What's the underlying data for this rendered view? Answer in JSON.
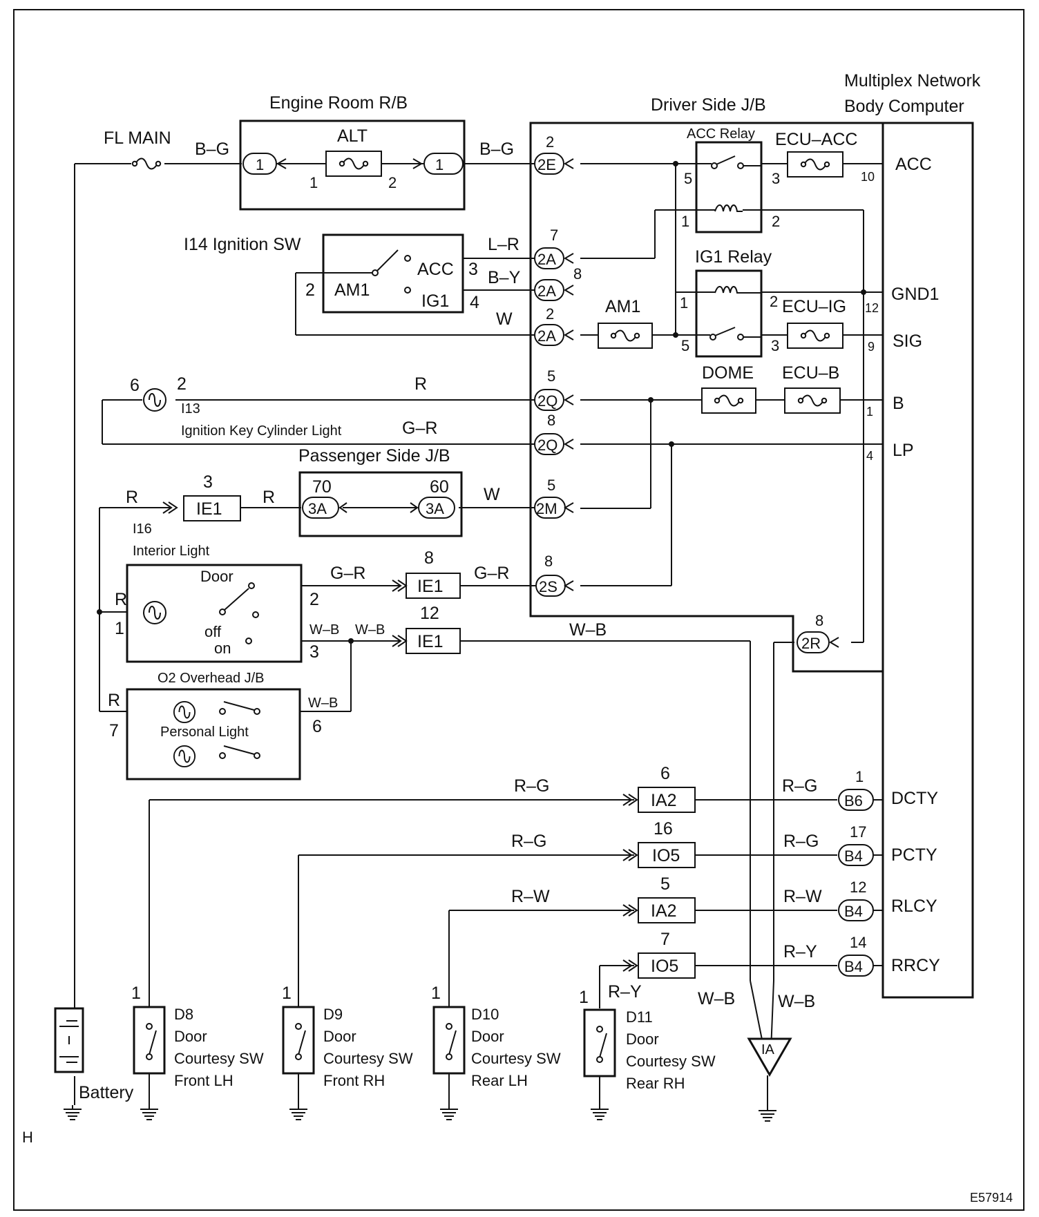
{
  "labels": {
    "engine_room_rb": "Engine Room R/B",
    "driver_side_jb": "Driver Side J/B",
    "body_computer_line1": "Multiplex Network",
    "body_computer_line2": "Body Computer",
    "fl_main": "FL MAIN",
    "alt": "ALT",
    "acc_relay": "ACC Relay",
    "ecu_acc": "ECU–ACC",
    "ig1_relay": "IG1 Relay",
    "am1_fuse": "AM1",
    "ecu_ig": "ECU–IG",
    "dome": "DOME",
    "ecu_b": "ECU–B",
    "i14_ignition_sw": "I14 Ignition SW",
    "ign_am1": "AM1",
    "ign_acc": "ACC",
    "ign_ig1": "IG1",
    "i13": "I13",
    "ignition_key_light": "Ignition Key Cylinder Light",
    "passenger_side_jb": "Passenger Side J/B",
    "i16": "I16",
    "interior_light": "Interior Light",
    "door": "Door",
    "off": "off",
    "on": "on",
    "o2_overhead": "O2 Overhead J/B",
    "personal_light": "Personal Light",
    "battery": "Battery",
    "corner_h": "H",
    "figure_id": "E57914"
  },
  "computer_terminals": {
    "acc": "ACC",
    "gnd1": "GND1",
    "sig": "SIG",
    "b": "B",
    "lp": "LP",
    "dcty": "DCTY",
    "pcty": "PCTY",
    "rlcy": "RLCY",
    "rrcy": "RRCY"
  },
  "connectors": {
    "eng_1a": "1",
    "eng_1b": "1",
    "c2e": "2E",
    "c2a_1": "2A",
    "c2a_2": "2A",
    "c2a_3": "2A",
    "c2q_1": "2Q",
    "c2q_2": "2Q",
    "c3a_1": "3A",
    "c3a_2": "3A",
    "c2m": "2M",
    "c2s": "2S",
    "c2r": "2R",
    "ie1_1": "IE1",
    "ie1_2": "IE1",
    "ie1_3": "IE1",
    "ia2_1": "IA2",
    "io5_1": "IO5",
    "ia2_2": "IA2",
    "io5_2": "IO5",
    "b6": "B6",
    "b4_1": "B4",
    "b4_2": "B4",
    "b4_3": "B4",
    "ia_ground": "IA"
  },
  "pins": {
    "alt_1": "1",
    "alt_2": "2",
    "p2e": "2",
    "p2a_7": "7",
    "p2a_8": "8",
    "p2a_2": "2",
    "acc_relay_5": "5",
    "acc_relay_3": "3",
    "acc_relay_1": "1",
    "acc_relay_2": "2",
    "ig1_relay_1": "1",
    "ig1_relay_2": "2",
    "ig1_relay_5": "5",
    "ig1_relay_3": "3",
    "comp_10": "10",
    "comp_12": "12",
    "comp_9": "9",
    "comp_1": "1",
    "comp_4": "4",
    "ign_2": "2",
    "ign_3": "3",
    "ign_4": "4",
    "i13_6": "6",
    "i13_2": "2",
    "p2q_5": "5",
    "p2q_8": "8",
    "ie1_3_top": "3",
    "p3a_70": "70",
    "p3a_60": "60",
    "p2m_5": "5",
    "ie1_8": "8",
    "p2s_8": "8",
    "ie1_12": "12",
    "p2r_8": "8",
    "int_1": "1",
    "int_2": "2",
    "int_3": "3",
    "pers_7": "7",
    "pers_6": "6",
    "ia2_6": "6",
    "io5_16": "16",
    "ia2_5": "5",
    "io5_7": "7",
    "b6_1": "1",
    "b4_17": "17",
    "b4_12": "12",
    "b4_14": "14",
    "d8_1": "1",
    "d9_1": "1",
    "d10_1": "1",
    "d11_1": "1"
  },
  "wires": {
    "bg_1": "B–G",
    "bg_2": "B–G",
    "lr": "L–R",
    "by": "B–Y",
    "w_ign": "W",
    "r_i13": "R",
    "gr_i13": "G–R",
    "r_ie1_left": "R",
    "r_ie1_right": "R",
    "w_3a": "W",
    "gr_door_1": "G–R",
    "gr_door_2": "G–R",
    "r_int": "R",
    "wb_on": "W–B",
    "wb_on2": "W–B",
    "wb_mid": "W–B",
    "r_pers": "R",
    "wb_pers": "W–B",
    "rg_d8": "R–G",
    "rg_d8_b": "R–G",
    "rg_d9": "R–G",
    "rg_d9_b": "R–G",
    "rw_d10": "R–W",
    "rw_d10_b": "R–W",
    "ry_d11": "R–Y",
    "ry_d11_b": "R–Y",
    "wb_gnd_1": "W–B",
    "wb_gnd_2": "W–B"
  },
  "door_switches": [
    {
      "id": "D8",
      "l1": "Door",
      "l2": "Courtesy SW",
      "l3": "Front LH"
    },
    {
      "id": "D9",
      "l1": "Door",
      "l2": "Courtesy SW",
      "l3": "Front RH"
    },
    {
      "id": "D10",
      "l1": "Door",
      "l2": "Courtesy SW",
      "l3": "Rear LH"
    },
    {
      "id": "D11",
      "l1": "Door",
      "l2": "Courtesy SW",
      "l3": "Rear RH"
    }
  ]
}
